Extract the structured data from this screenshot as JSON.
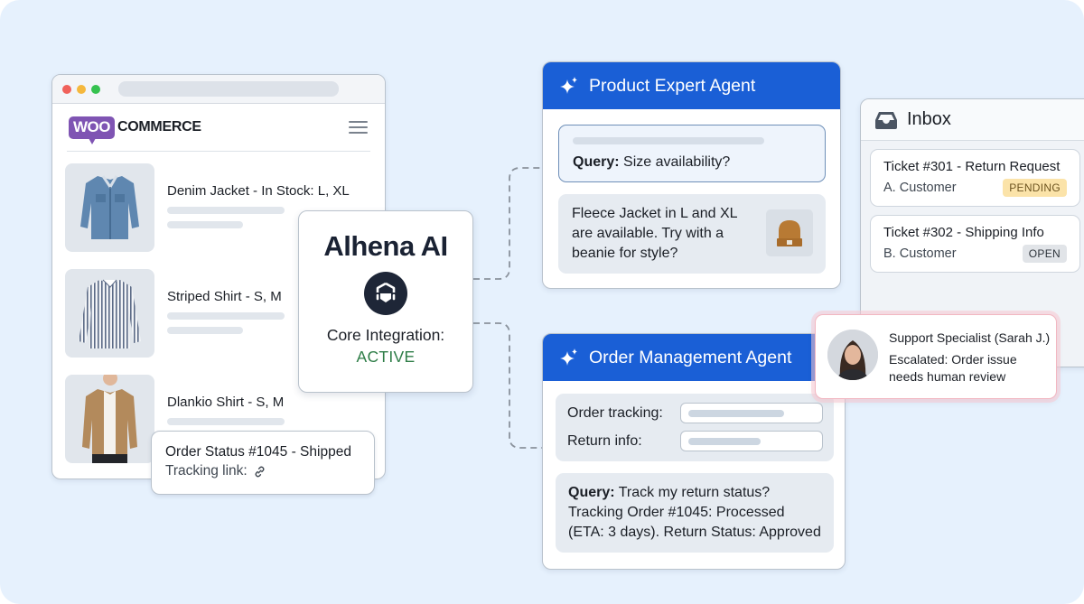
{
  "store": {
    "logo_badge": "WOO",
    "logo_text": "COMMERCE",
    "products": [
      {
        "title": "Denim Jacket - In Stock: L, XL",
        "image": "denim-jacket"
      },
      {
        "title": "Striped Shirt - S, M",
        "image": "striped-shirt"
      },
      {
        "title": "Dlankio Shirt - S, M",
        "image": "tan-shirt"
      }
    ],
    "order_status": {
      "title": "Order Status #1045 - Shipped",
      "tracking_label": "Tracking link:",
      "tracking_icon": "link-icon"
    }
  },
  "alhena": {
    "name": "Alhena AI",
    "logo_icon": "alhena-logo-icon",
    "integration_label": "Core Integration:",
    "integration_status": "ACTIVE",
    "status_color": "#2e7d47"
  },
  "product_agent": {
    "title": "Product Expert Agent",
    "icon": "sparkle-icon",
    "query_label": "Query:",
    "query_text": " Size availability?",
    "answer": "Fleece Jacket in L and XL are available. Try with a beanie for style?",
    "answer_image": "beanie"
  },
  "order_agent": {
    "title": "Order Management Agent",
    "icon": "sparkle-icon",
    "fields": [
      {
        "label": "Order tracking:"
      },
      {
        "label": "Return info:"
      }
    ],
    "query_label": "Query:",
    "query_text": " Track my return status?",
    "result_line1": "Tracking Order #1045: Processed",
    "result_line2": "(ETA: 3 days). Return Status: Approved"
  },
  "inbox": {
    "title": "Inbox",
    "icon": "inbox-tray-icon",
    "tickets": [
      {
        "title": "Ticket #301 - Return Request",
        "customer": "A. Customer",
        "status": "PENDING"
      },
      {
        "title": "Ticket #302 - Shipping Info",
        "customer": "B. Customer",
        "status": "OPEN"
      }
    ]
  },
  "specialist": {
    "name": "Support Specialist (Sarah J.)",
    "message": "Escalated: Order issue needs human review"
  },
  "colors": {
    "background": "#e6f1fd",
    "agent_header": "#1a5fd6",
    "woo_purple": "#7f54b3",
    "pending_badge": "#fbe3a9",
    "open_badge": "#e1e4e8",
    "escalation_border": "#f2b7c1"
  }
}
